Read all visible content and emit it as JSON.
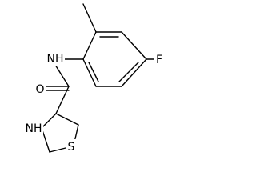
{
  "molecule": {
    "atoms": {
      "nitrogen_amide": "NH",
      "oxygen": "O",
      "fluorine": "F",
      "nitrogen_ring": "NH",
      "sulfur": "S"
    }
  },
  "colors": {
    "bond": "#000000",
    "label": "#000000",
    "background": "#ffffff"
  }
}
